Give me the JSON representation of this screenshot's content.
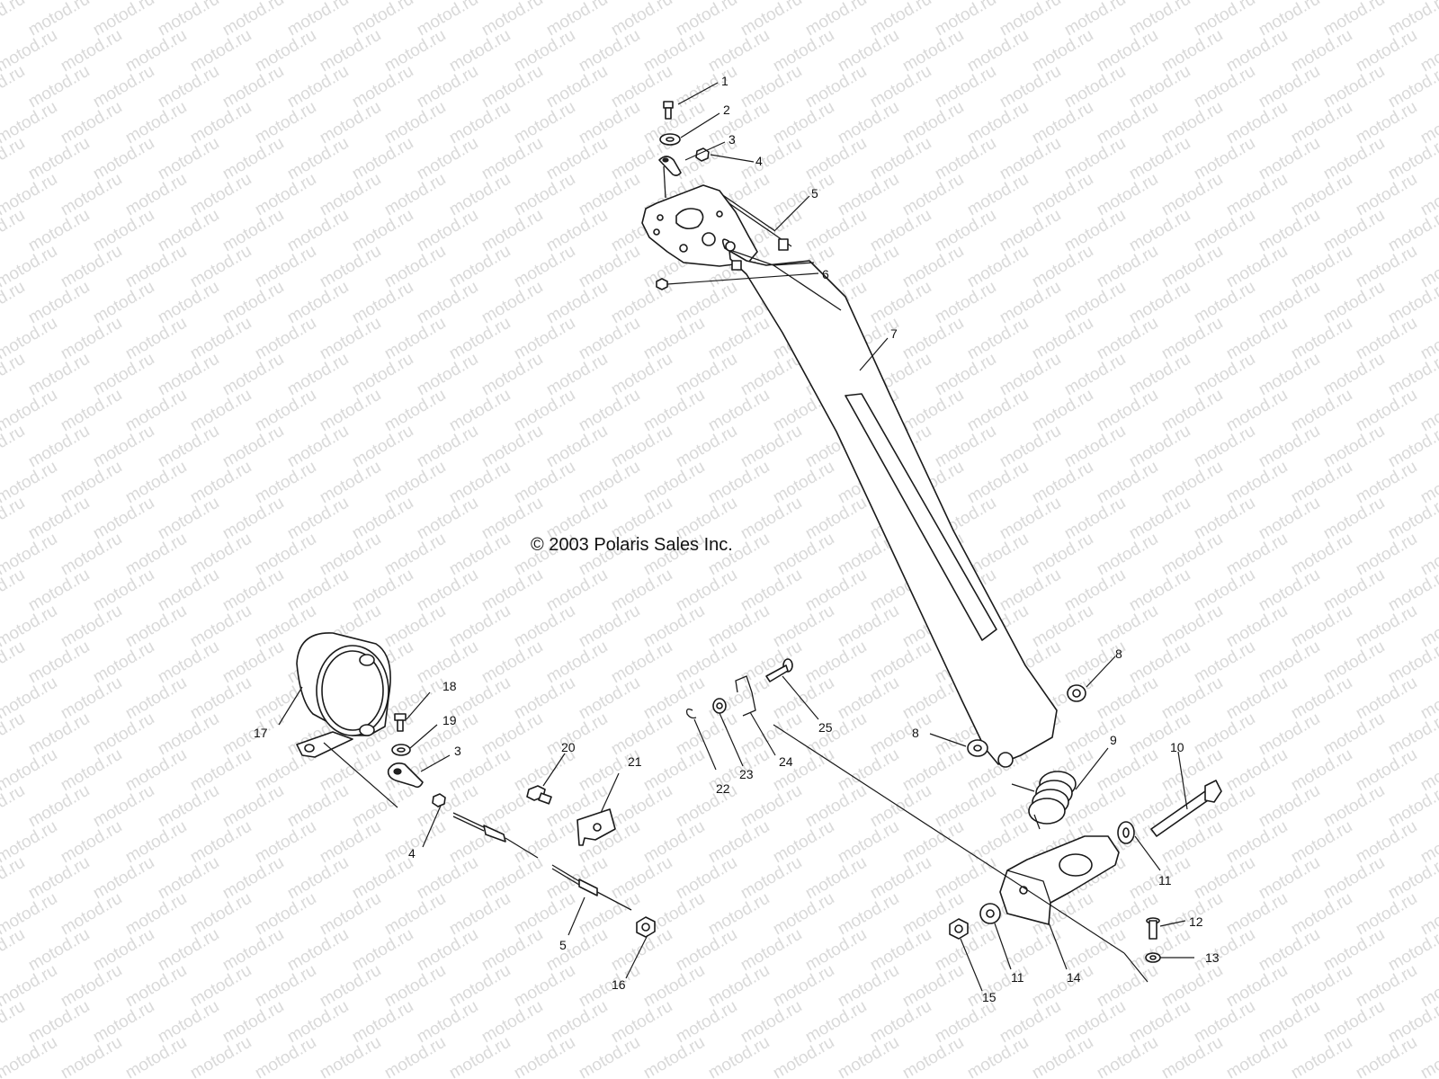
{
  "copyright": "© 2003 Polaris Sales Inc.",
  "watermark": "motod.ru",
  "callouts": [
    "1",
    "2",
    "3",
    "4",
    "5",
    "6",
    "7",
    "8",
    "8",
    "9",
    "10",
    "11",
    "11",
    "12",
    "13",
    "14",
    "15",
    "16",
    "17",
    "18",
    "19",
    "3",
    "4",
    "5",
    "20",
    "21",
    "22",
    "23",
    "24",
    "25"
  ]
}
